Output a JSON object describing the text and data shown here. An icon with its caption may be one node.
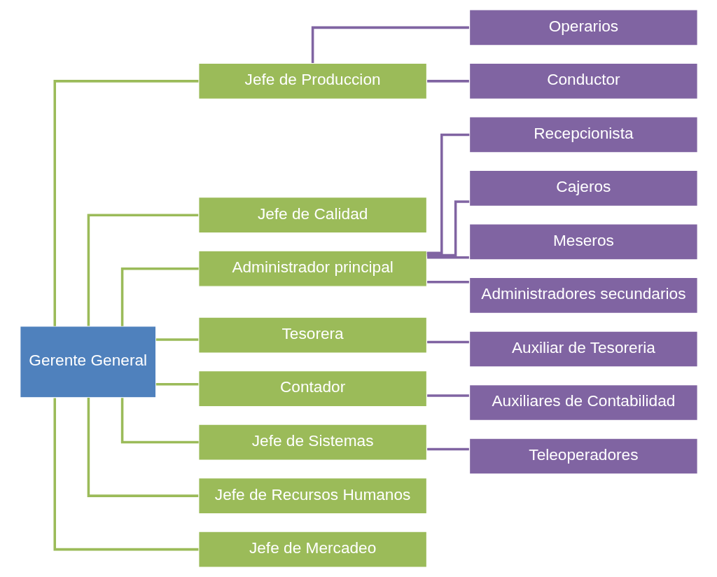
{
  "diagram": {
    "nodes": [
      {
        "text": [
          "Gerente General"
        ]
      },
      {
        "text": [
          "Jefe de Produccion"
        ]
      },
      {
        "text": [
          "Jefe de Calidad"
        ]
      },
      {
        "text": [
          "Administrador principal"
        ]
      },
      {
        "text": [
          "Tesorera"
        ]
      },
      {
        "text": [
          "Contador"
        ]
      },
      {
        "text": [
          "Jefe de Sistemas"
        ]
      },
      {
        "text": [
          "Jefe de Recursos Humanos"
        ]
      },
      {
        "text": [
          "Jefe de Mercadeo"
        ]
      },
      {
        "text": [
          "Operarios"
        ]
      },
      {
        "text": [
          "Conductor"
        ]
      },
      {
        "text": [
          "Recepcionista"
        ]
      },
      {
        "text": [
          "Cajeros"
        ]
      },
      {
        "text": [
          "Meseros"
        ]
      },
      {
        "text": [
          "Administradores secundarios"
        ]
      },
      {
        "text": [
          "Auxiliar de Tesoreria"
        ]
      },
      {
        "text": [
          "Auxiliares de Contabilidad"
        ]
      },
      {
        "text": [
          "Teleoperadores"
        ]
      }
    ],
    "edges": [
      {
        "from": 0,
        "to": 1,
        "arrow": "none",
        "color": "#9bbb59"
      },
      {
        "from": 0,
        "to": 2,
        "arrow": "none",
        "color": "#9bbb59"
      },
      {
        "from": 0,
        "to": 3,
        "arrow": "none",
        "color": "#9bbb59"
      },
      {
        "from": 0,
        "to": 4,
        "arrow": "none",
        "color": "#9bbb59"
      },
      {
        "from": 0,
        "to": 5,
        "arrow": "none",
        "color": "#9bbb59"
      },
      {
        "from": 0,
        "to": 6,
        "arrow": "none",
        "color": "#9bbb59"
      },
      {
        "from": 0,
        "to": 7,
        "arrow": "none",
        "color": "#9bbb59"
      },
      {
        "from": 0,
        "to": 8,
        "arrow": "none",
        "color": "#9bbb59"
      },
      {
        "from": 1,
        "to": 9,
        "arrow": "none"
      },
      {
        "from": 1,
        "to": 10,
        "arrow": "none"
      },
      {
        "from": 3,
        "to": 11,
        "arrow": "none"
      },
      {
        "from": 3,
        "to": 12,
        "arrow": "none"
      },
      {
        "from": 3,
        "to": 13,
        "arrow": "none"
      },
      {
        "from": 3,
        "to": 14,
        "arrow": "none"
      },
      {
        "from": 4,
        "to": 15,
        "arrow": "none"
      },
      {
        "from": 5,
        "to": 16,
        "arrow": "none"
      },
      {
        "from": 6,
        "to": 17,
        "arrow": "none"
      }
    ]
  }
}
